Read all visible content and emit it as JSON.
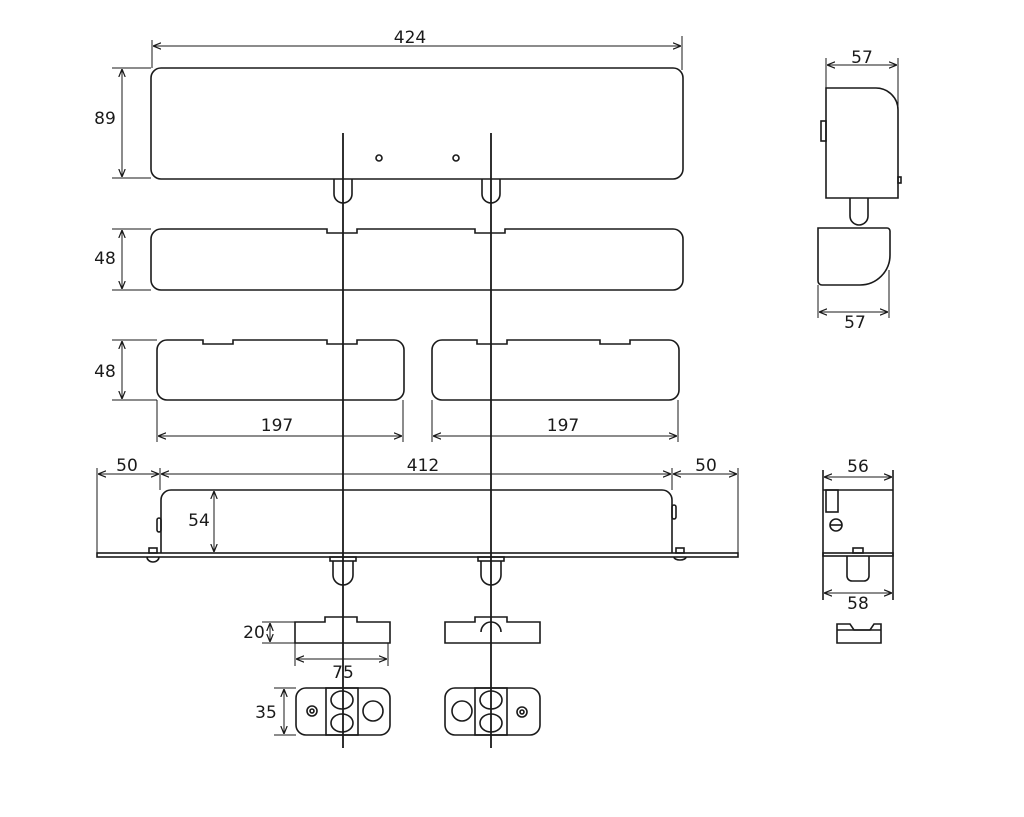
{
  "diagram": {
    "line_color": "#1a1a1a",
    "dimensions": {
      "top_width": "424",
      "top_height": "89",
      "cover_height": "48",
      "split_cover_height": "48",
      "split_left_width": "197",
      "split_right_width": "197",
      "base_left_offset": "50",
      "base_width": "412",
      "base_right_offset": "50",
      "base_height": "54",
      "bracket_height": "20",
      "bracket_width": "75",
      "plate_height": "35",
      "side_top_width": "57",
      "side_lower_width": "57",
      "side_base_width": "56",
      "side_plate_width": "58"
    }
  }
}
